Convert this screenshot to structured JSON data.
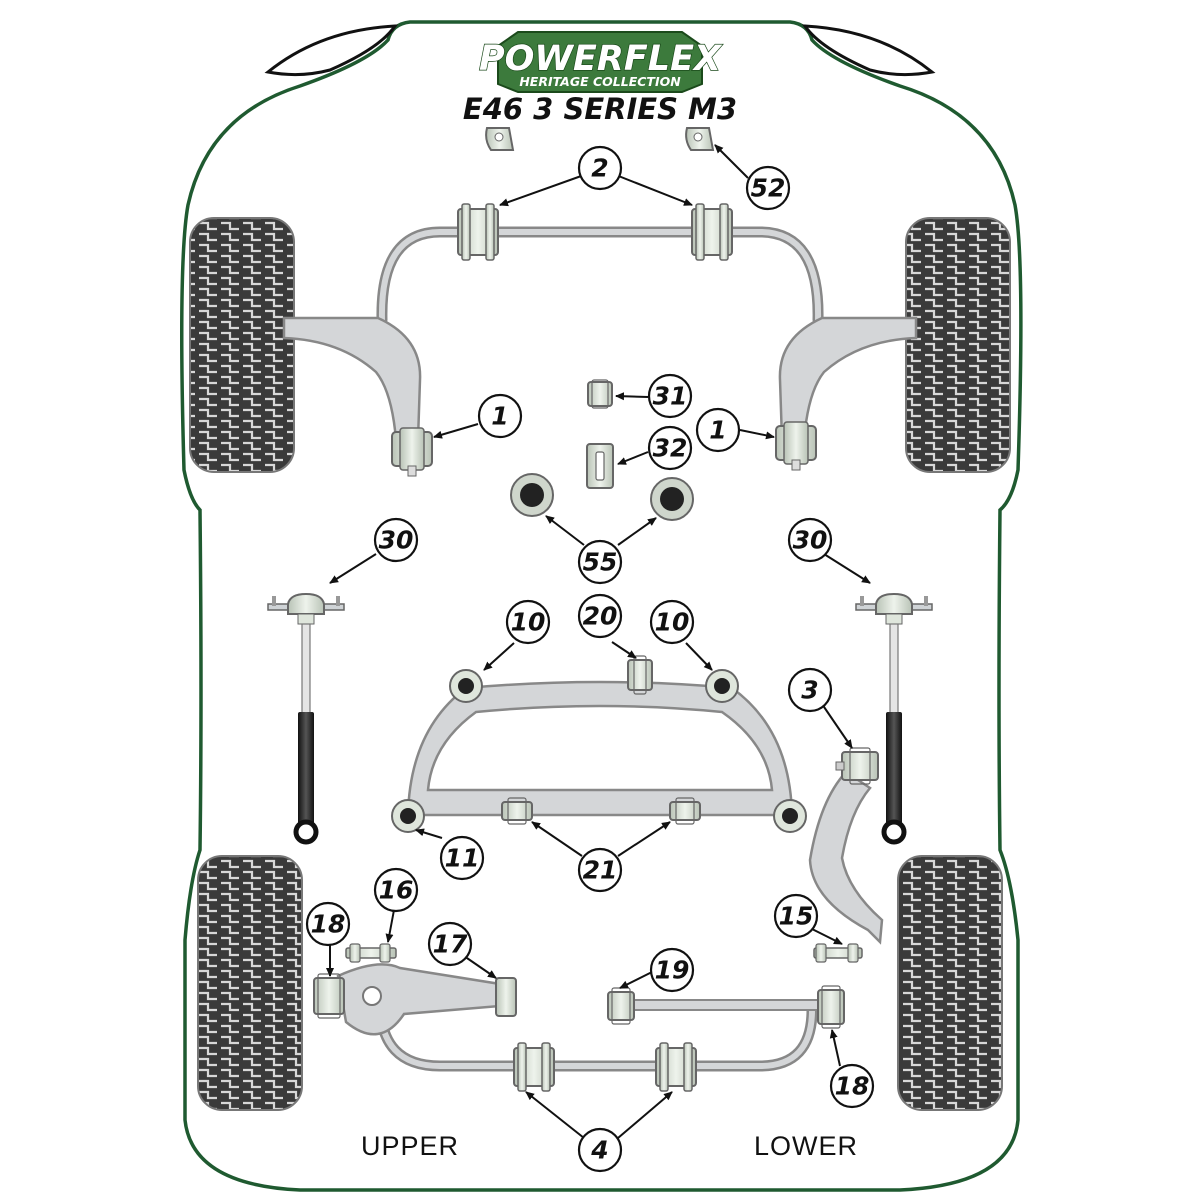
{
  "logo": {
    "brand": "POWERFLEX",
    "subline": "HERITAGE COLLECTION"
  },
  "model": "E46 3 SERIES M3",
  "labels": {
    "upper": "UPPER",
    "lower": "LOWER"
  },
  "callouts": [
    {
      "id": "c2",
      "text": "2"
    },
    {
      "id": "c52",
      "text": "52"
    },
    {
      "id": "c1l",
      "text": "1"
    },
    {
      "id": "c1r",
      "text": "1"
    },
    {
      "id": "c31",
      "text": "31"
    },
    {
      "id": "c32",
      "text": "32"
    },
    {
      "id": "c55",
      "text": "55"
    },
    {
      "id": "c30l",
      "text": "30"
    },
    {
      "id": "c30r",
      "text": "30"
    },
    {
      "id": "c10l",
      "text": "10"
    },
    {
      "id": "c20",
      "text": "20"
    },
    {
      "id": "c10r",
      "text": "10"
    },
    {
      "id": "c3",
      "text": "3"
    },
    {
      "id": "c11",
      "text": "11"
    },
    {
      "id": "c21",
      "text": "21"
    },
    {
      "id": "c16",
      "text": "16"
    },
    {
      "id": "c18l",
      "text": "18"
    },
    {
      "id": "c17",
      "text": "17"
    },
    {
      "id": "c19",
      "text": "19"
    },
    {
      "id": "c15",
      "text": "15"
    },
    {
      "id": "c18r",
      "text": "18"
    },
    {
      "id": "c4",
      "text": "4"
    }
  ],
  "colors": {
    "body_outline": "#1f5a30",
    "tyre": "#3a3a3a",
    "tyre_tread": "#d6d6d6",
    "arm": "#cfd3d6",
    "bush": "#dfe6dc",
    "bush_dark": "#2b2b2b",
    "logo_green": "#3c7a3c"
  }
}
